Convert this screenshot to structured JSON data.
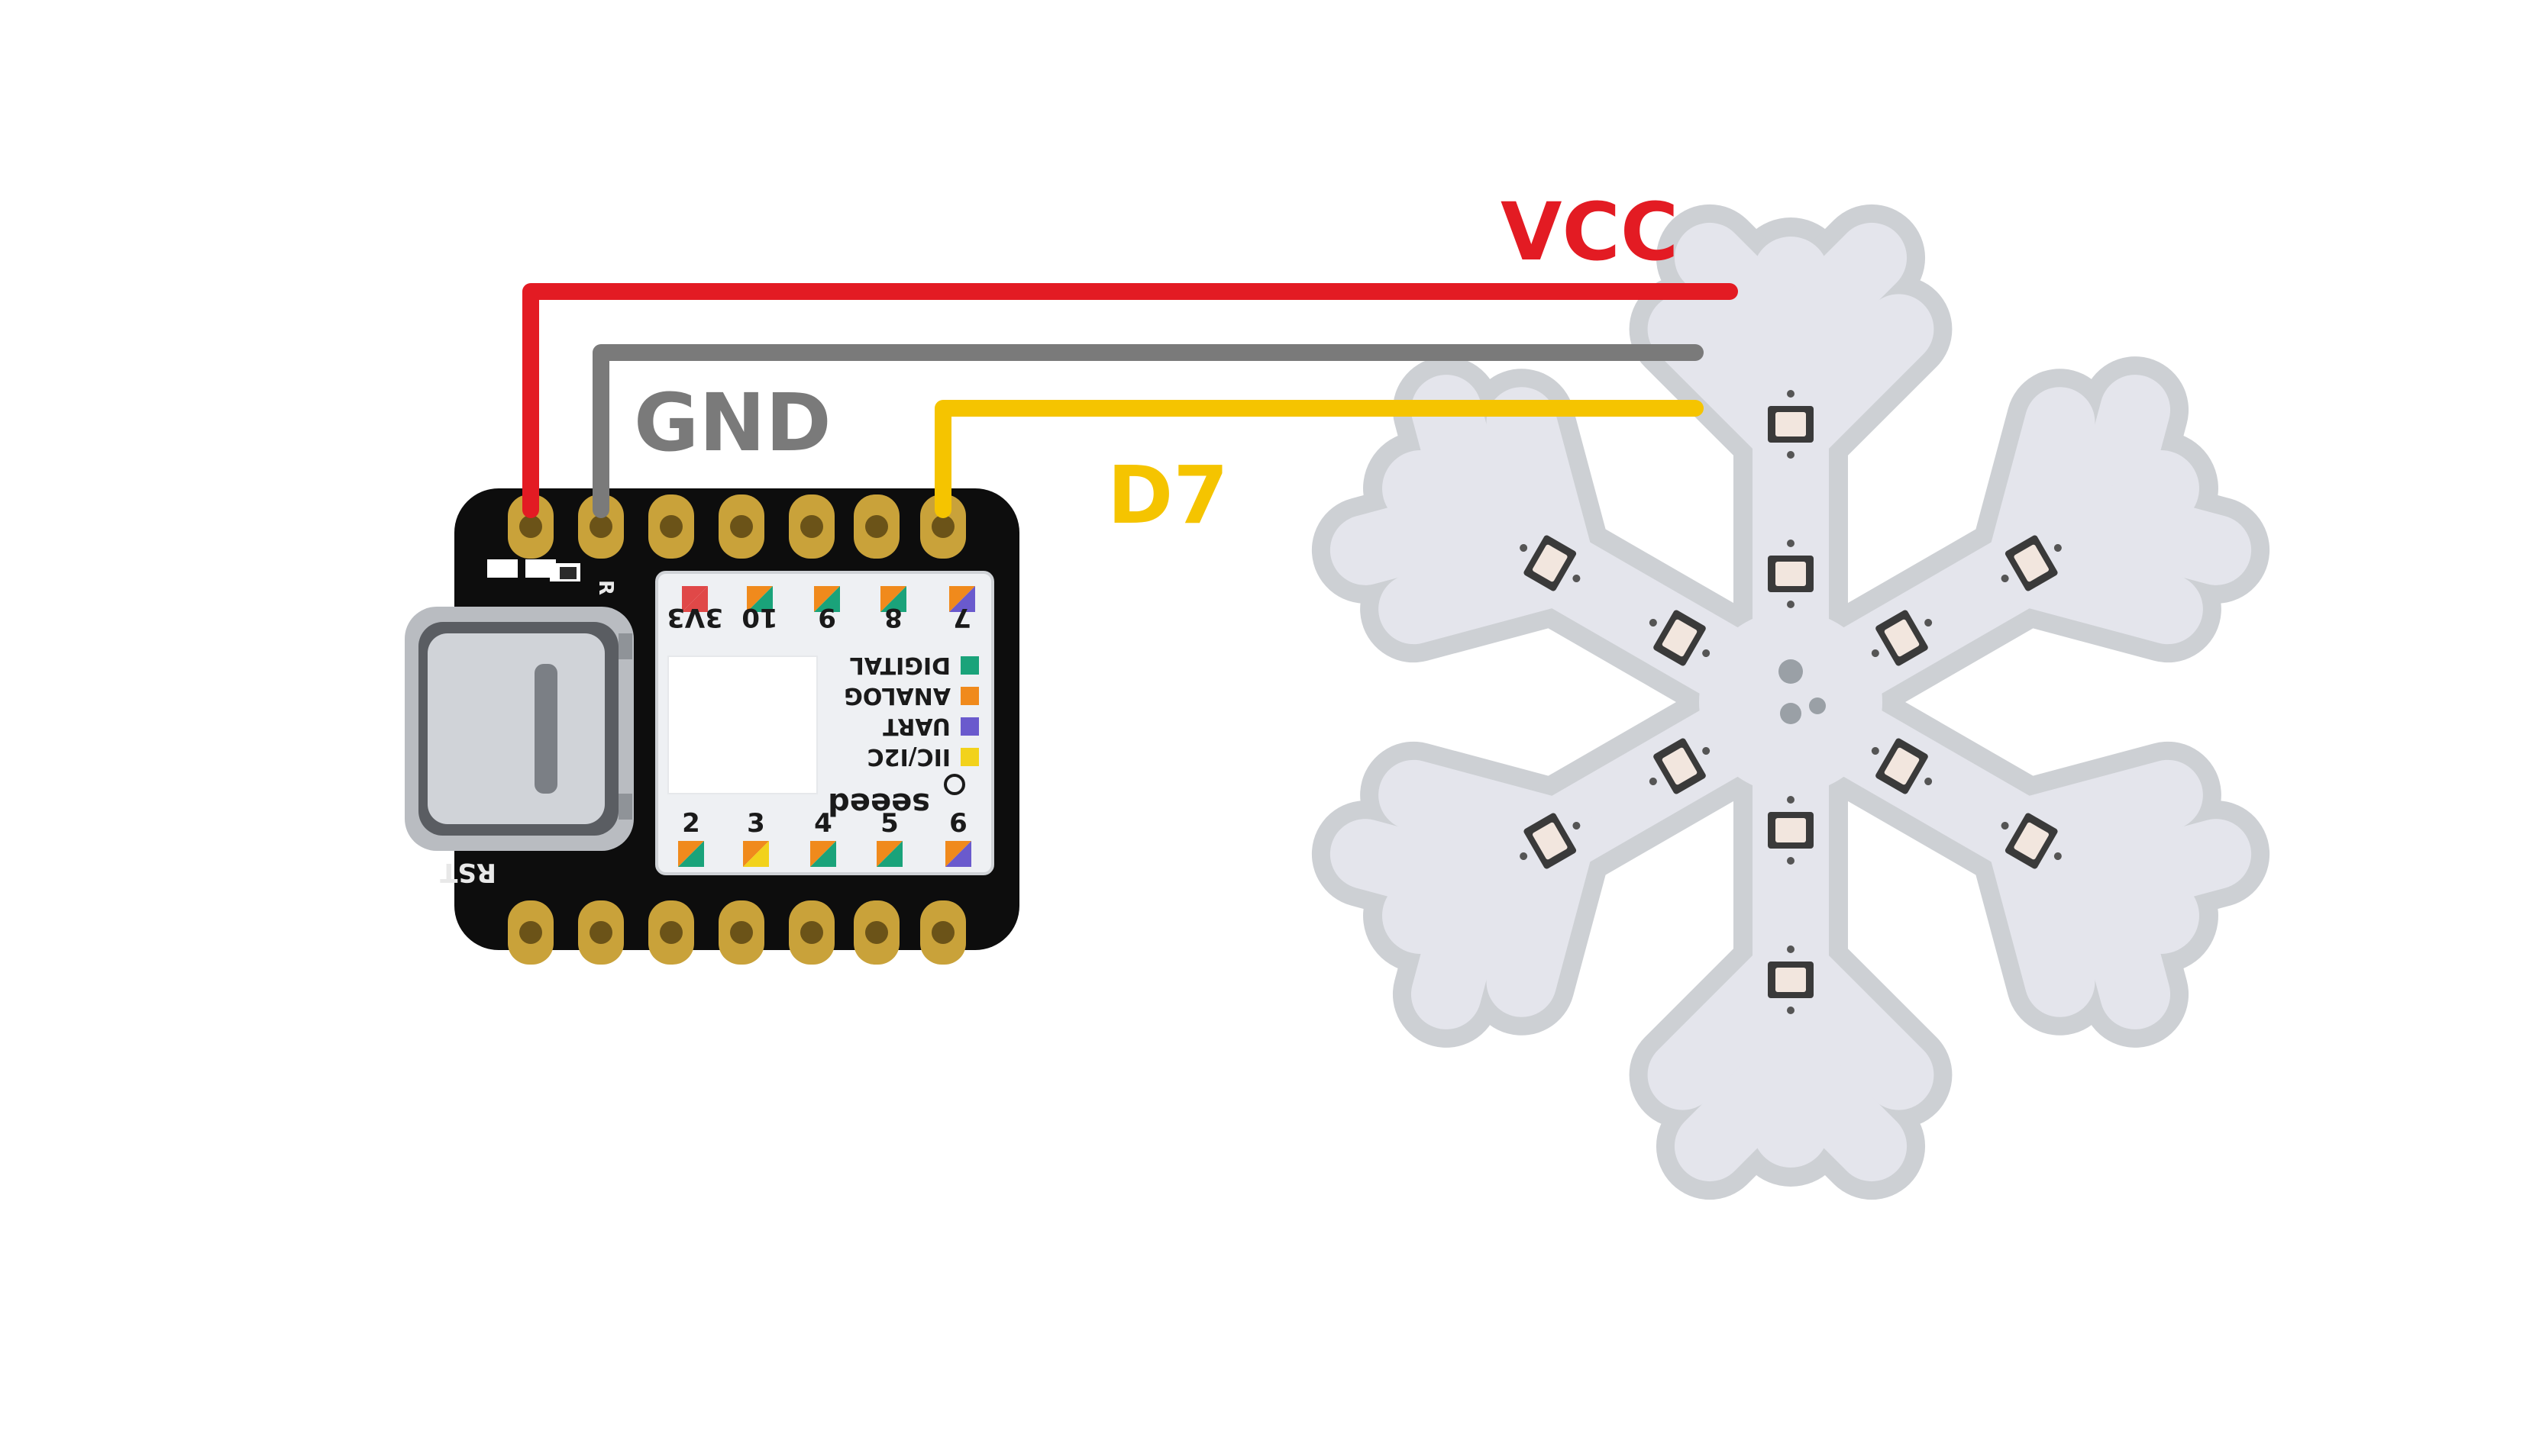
{
  "wires": {
    "vcc": {
      "label": "VCC",
      "color": "#e31b23"
    },
    "gnd": {
      "label": "GND",
      "color": "#7a7a7a"
    },
    "d7": {
      "label": "D7",
      "color": "#f5c400"
    }
  },
  "board": {
    "top_pins": [
      "3V3",
      "10",
      "9",
      "8",
      "7"
    ],
    "bottom_pins": [
      "2",
      "3",
      "4",
      "5",
      "6"
    ],
    "legend": [
      "DIGITAL",
      "ANALOG",
      "UART",
      "IIC/I2C"
    ],
    "legend_colors": [
      "#1aa37a",
      "#f08a1c",
      "#6a5acd",
      "#f2d21b"
    ],
    "brand": "seeed",
    "reset_label": "RST",
    "led_label": "R"
  },
  "colors": {
    "pcb": "#0d0d0d",
    "pad": "#c9a23a",
    "shield": "#eef0f3",
    "usb": "#b9bcc1",
    "snowflake_outline": "#c9ccd0",
    "snowflake_fill": "#e2e3ea"
  }
}
